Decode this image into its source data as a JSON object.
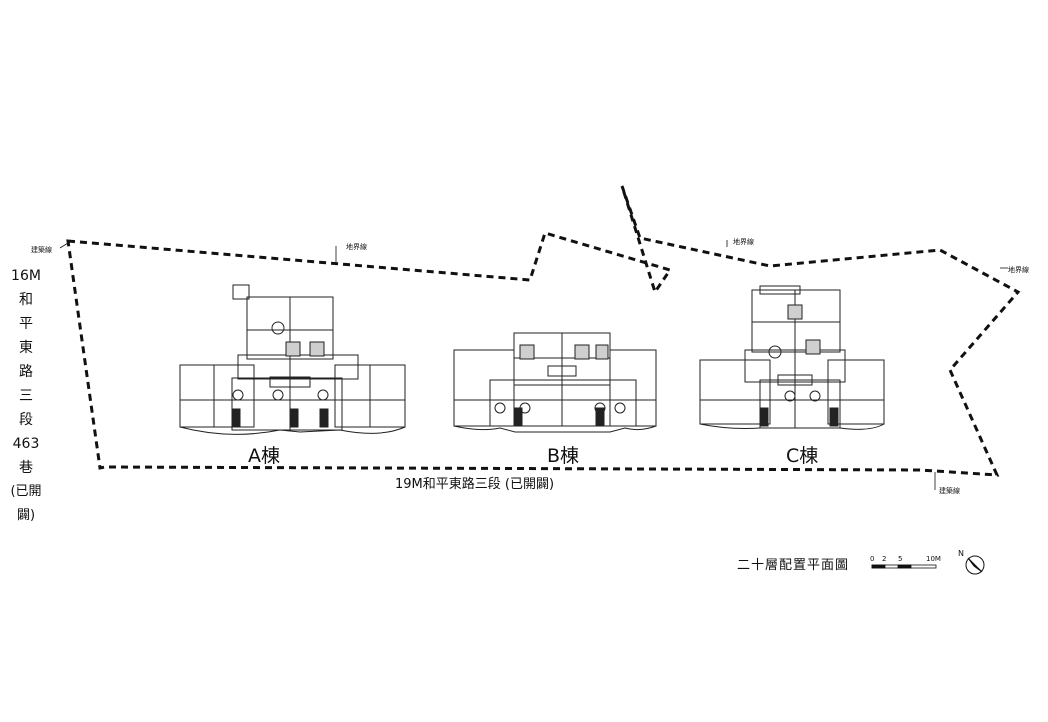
{
  "labels": {
    "building_line_left": "建築線",
    "lot_line_top": "地界線",
    "lot_line_right_top": "地界線",
    "lot_line_right": "地界線",
    "building_line_right": "建築線"
  },
  "road_left": {
    "width": "16M",
    "chars": [
      "和",
      "平",
      "東",
      "路",
      "三",
      "段",
      "463",
      "巷",
      "(已開闢)"
    ]
  },
  "road_bottom": "19M和平東路三段 (已開闢)",
  "buildings": [
    {
      "name": "A棟"
    },
    {
      "name": "B棟"
    },
    {
      "name": "C棟"
    }
  ],
  "title": "二十層配置平面圖",
  "scale": {
    "ticks": [
      "0",
      "2",
      "5",
      "10M"
    ]
  },
  "north": "N"
}
